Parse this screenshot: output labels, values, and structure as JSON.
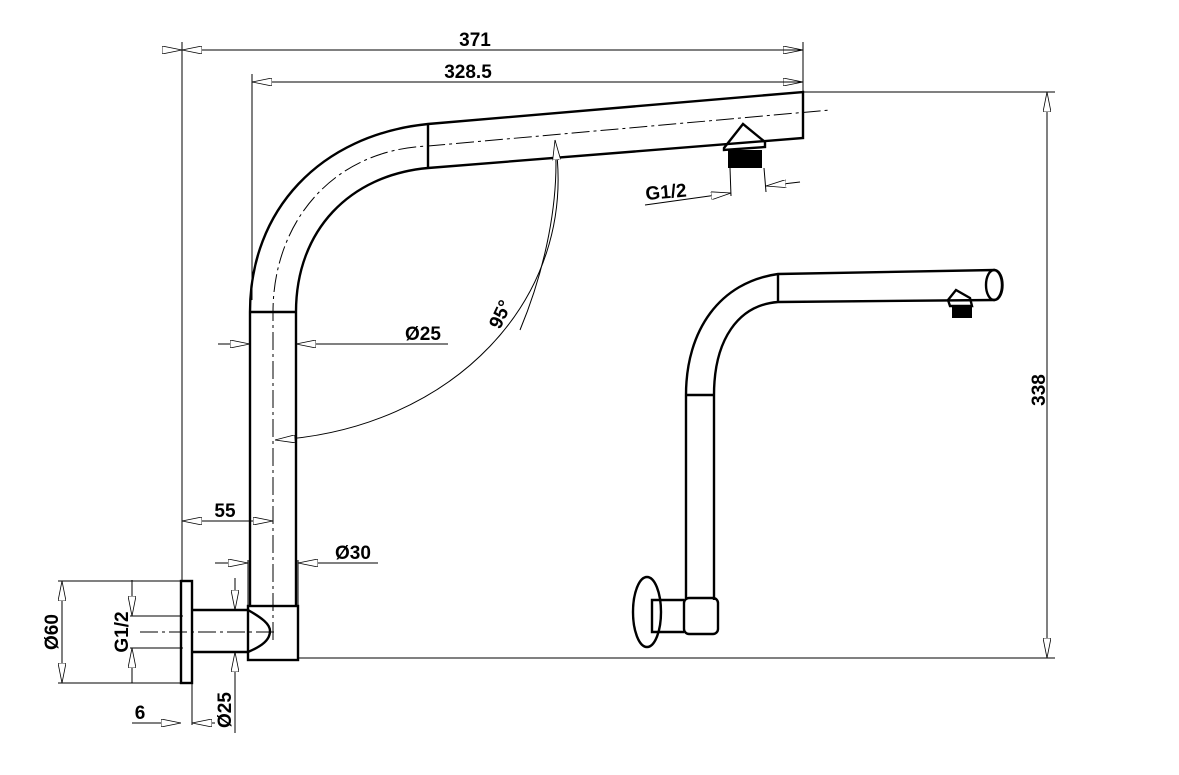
{
  "drawing": {
    "colors": {
      "line": "#000000",
      "background": "#ffffff"
    },
    "dimensions": {
      "overall_width": "371",
      "arm_width": "328.5",
      "outlet_thread": "G1/2",
      "angle": "95°",
      "arm_diameter": "Ø25",
      "overall_height": "338",
      "wall_offset": "55",
      "collar_diameter": "Ø30",
      "plate_diameter": "Ø60",
      "inlet_thread": "G1/2",
      "plate_thickness": "6",
      "nipple_diameter": "Ø25"
    }
  }
}
